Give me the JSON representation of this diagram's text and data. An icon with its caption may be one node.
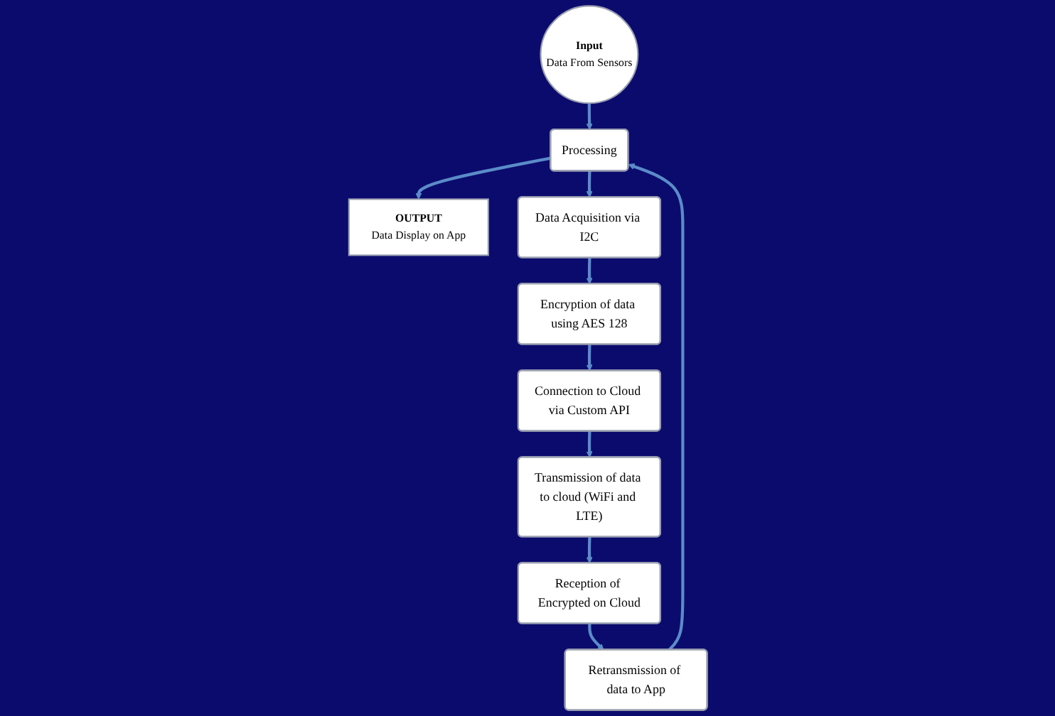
{
  "diagram": {
    "nodes": [
      {
        "text": [
          "Input",
          "Data From Sensors"
        ]
      },
      {
        "text": [
          "Processing"
        ]
      },
      {
        "text": [
          "OUTPUT",
          "Data Display on App"
        ]
      },
      {
        "text": [
          "Data Acquisition via I2C"
        ]
      },
      {
        "text": [
          "Encryption of data using AES 128"
        ]
      },
      {
        "text": [
          "Connection to Cloud via Custom API"
        ]
      },
      {
        "text": [
          "Transmission of data to cloud (WiFi and LTE)"
        ]
      },
      {
        "text": [
          "Reception of Encrypted on Cloud"
        ]
      },
      {
        "text": [
          "Retransmission of data to App"
        ]
      }
    ],
    "edges": [
      {
        "from": 0,
        "to": 1,
        "arrow": "to"
      },
      {
        "from": 1,
        "to": 2,
        "arrow": "to"
      },
      {
        "from": 1,
        "to": 3,
        "arrow": "to"
      },
      {
        "from": 3,
        "to": 4,
        "arrow": "to"
      },
      {
        "from": 4,
        "to": 5,
        "arrow": "to"
      },
      {
        "from": 5,
        "to": 6,
        "arrow": "to"
      },
      {
        "from": 6,
        "to": 7,
        "arrow": "to"
      },
      {
        "from": 7,
        "to": 8,
        "arrow": "to"
      },
      {
        "from": 8,
        "to": 1,
        "arrow": "to"
      }
    ]
  }
}
